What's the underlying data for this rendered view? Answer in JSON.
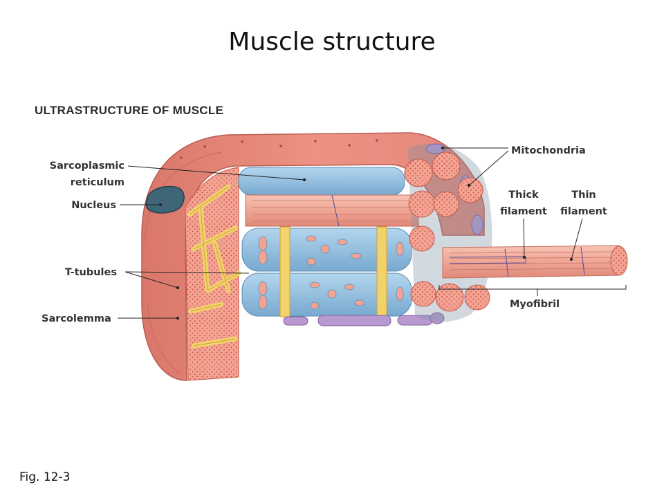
{
  "slide": {
    "title": "Muscle structure",
    "figure_heading": "ULTRASTRUCTURE OF MUSCLE",
    "caption": "Fig. 12-3"
  },
  "labels": {
    "sarcoplasmic_reticulum": [
      "Sarcoplasmic",
      "reticulum"
    ],
    "nucleus": "Nucleus",
    "t_tubules": "T-tubules",
    "sarcolemma": "Sarcolemma",
    "mitochondria": "Mitochondria",
    "thick_filament": [
      "Thick",
      "filament"
    ],
    "thin_filament": [
      "Thin",
      "filament"
    ],
    "myofibril": "Myofibril"
  },
  "colors": {
    "sarcolemma": "#e8887a",
    "muscle_fill": "#f3a392",
    "t_tubule": "#f2d36b",
    "reticulum": "#8fbfe0",
    "mitochondria": "#b89ad0",
    "nucleus": "#3f6677",
    "leader_line": "#222222"
  }
}
